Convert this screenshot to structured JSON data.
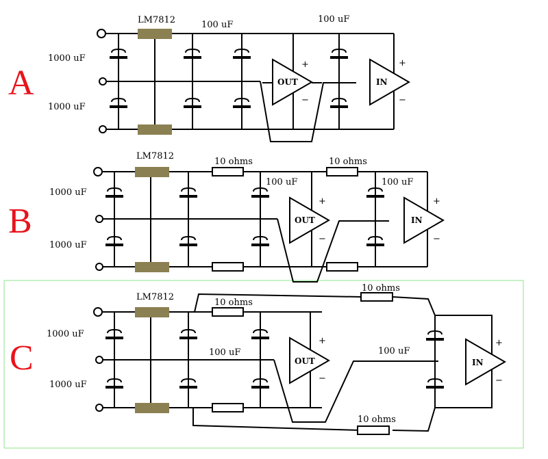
{
  "colors": {
    "wire": "#000000",
    "regulator": "#8b8052",
    "section_label": "#e8141b",
    "highlight_border": "#8ee68a",
    "background": "#ffffff"
  },
  "sections": [
    {
      "label": "A",
      "regulator": "LM7812",
      "cap_in_top": "1000 uF",
      "cap_in_bottom": "1000 uF",
      "cap_out_1": "100 uF",
      "cap_out_2": "100 uF",
      "amp_out": "OUT",
      "amp_in": "IN",
      "plus": "+",
      "minus": "−"
    },
    {
      "label": "B",
      "regulator": "LM7812",
      "cap_in_top": "1000 uF",
      "cap_in_bottom": "1000 uF",
      "resistor_1": "10 ohms",
      "resistor_2": "10 ohms",
      "cap_out_1": "100 uF",
      "cap_out_2": "100 uF",
      "amp_out": "OUT",
      "amp_in": "IN",
      "plus": "+",
      "minus": "−"
    },
    {
      "label": "C",
      "regulator": "LM7812",
      "cap_in_top": "1000 uF",
      "cap_in_bottom": "1000 uF",
      "resistor_local": "10 ohms",
      "resistor_remote_top": "10 ohms",
      "resistor_remote_bottom": "10 ohms",
      "cap_out_1": "100 uF",
      "cap_out_2": "100 uF",
      "amp_out": "OUT",
      "amp_in": "IN",
      "plus": "+",
      "minus": "−"
    }
  ]
}
